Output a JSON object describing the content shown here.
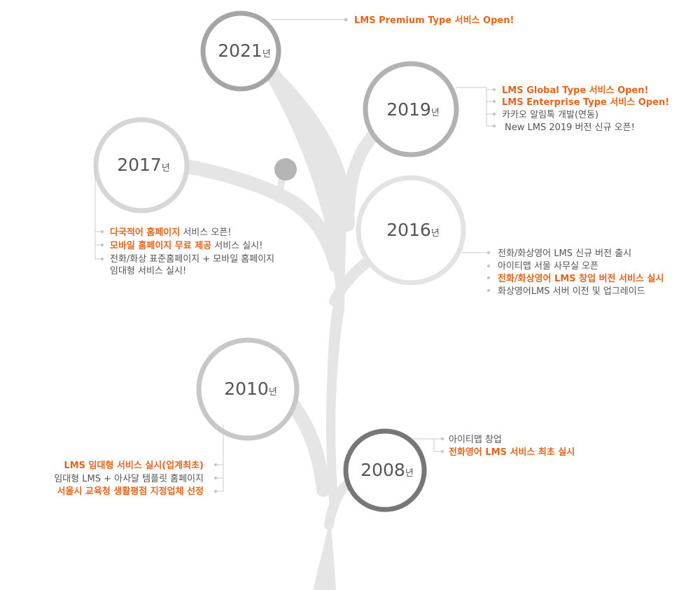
{
  "years": {
    "y2021": {
      "year": "2021",
      "unit": "년",
      "items": [
        {
          "text": "LMS Premium Type 서비스 Open!",
          "highlight": true
        }
      ]
    },
    "y2019": {
      "year": "2019",
      "unit": "년",
      "items": [
        {
          "text": "LMS Global Type 서비스 Open!",
          "highlight": true
        },
        {
          "text": "LMS Enterprise Type 서비스 Open!",
          "highlight": true
        },
        {
          "text": "카카오 알림톡 개발(연동)",
          "highlight": false
        },
        {
          "text": "New LMS 2019 버전 신규 오픈!",
          "highlight": false
        }
      ]
    },
    "y2017": {
      "year": "2017",
      "unit": "년",
      "items": [
        {
          "highlight_part": "다국적어 홈페이지",
          "rest": " 서비스 오픈!"
        },
        {
          "highlight_part": "모바일 홈페이지 무료 제공",
          "rest": " 서비스 실시!"
        },
        {
          "text": "전화/화상 표준홈페이지 + 모바일 홈페이지"
        },
        {
          "text": "임대형 서비스 실시!"
        }
      ]
    },
    "y2016": {
      "year": "2016",
      "unit": "년",
      "items": [
        {
          "text": "전화/화상영어 LMS 신규 버전 출시",
          "highlight": false
        },
        {
          "text": "아이티맵 서울 사무실 오픈",
          "highlight": false
        },
        {
          "text": "전화/화상영어 LMS 창업 버전 서비스 실시",
          "highlight": true
        },
        {
          "text": "화상영어LMS 서버 이전 및 업그레이드",
          "highlight": false
        }
      ]
    },
    "y2010": {
      "year": "2010",
      "unit": "년",
      "items": [
        {
          "text": "LMS 임대형 서비스 실시(업계최초)",
          "highlight": true
        },
        {
          "text": "임대형 LMS + 아사달 템플릿 홈페이지",
          "highlight": false
        },
        {
          "text": "서울시 교육청 생활평점 지정업체 선정",
          "highlight": true
        }
      ]
    },
    "y2008": {
      "year": "2008",
      "unit": "년",
      "items": [
        {
          "text": "아이티맵 창업",
          "highlight": false
        },
        {
          "text": "전화영어 LMS 서비스 최초 실시",
          "highlight": true
        }
      ]
    }
  },
  "colors": {
    "highlight": "#e8641b",
    "text": "#555555",
    "tree": "#e5e5e5",
    "connector": "#c8c8c8"
  }
}
